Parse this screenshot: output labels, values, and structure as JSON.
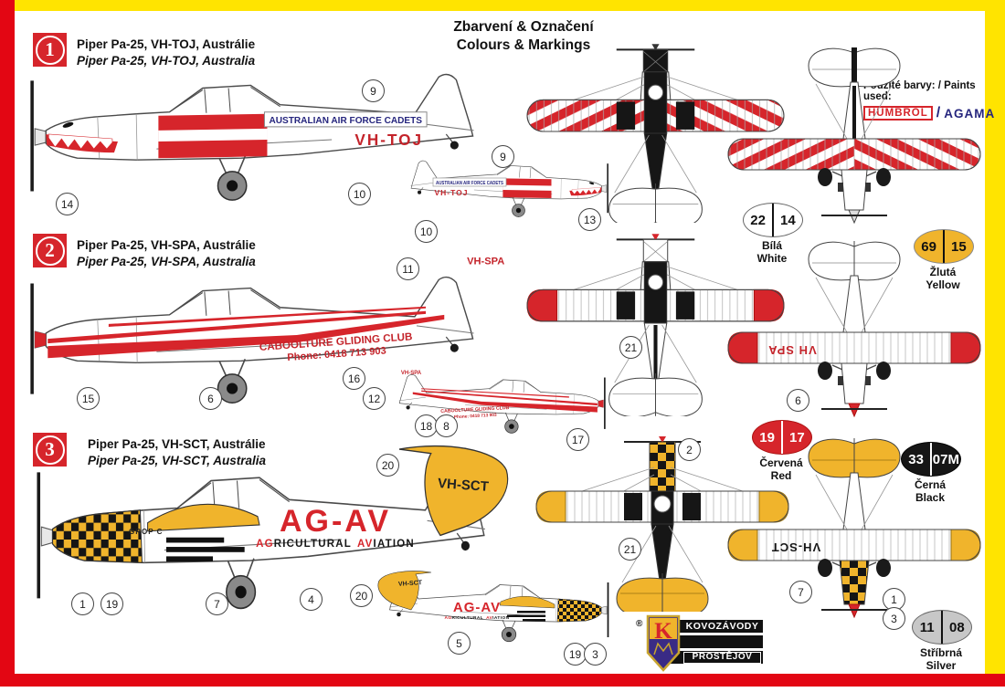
{
  "palette": {
    "red": "#D6252B",
    "yellow": "#F0B42C",
    "frame_red": "#E30613",
    "frame_yellow": "#FFE400",
    "navy": "#26267E",
    "black": "#161616",
    "silver": "#C7C7C7"
  },
  "header": {
    "title_cs": "Zbarvení & Označení",
    "title_en": "Colours & Markings"
  },
  "paints": {
    "label": "Použité barvy: / Paints used:",
    "brand1": "HUMBROL",
    "slash": "/",
    "brand2": "AGAMA"
  },
  "variants": [
    {
      "num": "1",
      "title_cs": "Piper Pa-25, VH-TOJ, Austrálie",
      "title_en": "Piper Pa-25, VH-TOJ, Australia",
      "banner": "AUSTRALIAN AIR FORCE CADETS",
      "reg": "VH-TOJ"
    },
    {
      "num": "2",
      "title_cs": "Piper Pa-25, VH-SPA, Austrálie",
      "title_en": "Piper Pa-25, VH-SPA, Australia",
      "club1": "CABOOLTURE GLIDING CLUB",
      "club2": "Phone: 0418 713 903",
      "reg": "VH-SPA",
      "wing_reg": "VH SPA"
    },
    {
      "num": "3",
      "title_cs": "Piper Pa-25, VH-SCT, Austrálie",
      "title_en": "Piper Pa-25, VH-SCT, Australia",
      "brand": "AG-AV",
      "slogan1": "AG",
      "slogan2": "RICULTURAL",
      "slogan3": "AV",
      "slogan4": "IATION",
      "side_text": "GROP C",
      "reg": "VH-SCT"
    }
  ],
  "swatches": [
    {
      "code1": "22",
      "code2": "14",
      "name_cs": "Bílá",
      "name_en": "White",
      "color": "#ffffff"
    },
    {
      "code1": "69",
      "code2": "15",
      "name_cs": "Žlutá",
      "name_en": "Yellow",
      "color": "#F0B42C"
    },
    {
      "code1": "19",
      "code2": "17",
      "name_cs": "Červená",
      "name_en": "Red",
      "color": "#D6252B"
    },
    {
      "code1": "33",
      "code2": "07M",
      "name_cs": "Černá",
      "name_en": "Black",
      "color": "#161616"
    },
    {
      "code1": "11",
      "code2": "08",
      "name_cs": "Stříbrná",
      "name_en": "Silver",
      "color": "#C7C7C7"
    }
  ],
  "callouts": [
    "9",
    "10",
    "14",
    "9",
    "10",
    "13",
    "11",
    "15",
    "6",
    "16",
    "12",
    "18",
    "8",
    "17",
    "21",
    "6",
    "20",
    "2",
    "21",
    "1",
    "19",
    "7",
    "4",
    "20",
    "5",
    "19",
    "3",
    "7",
    "1",
    "3"
  ],
  "logo": {
    "registered": "®",
    "initial": "K",
    "line1": "KOVOZÁVODY",
    "line2": "PROSTĚJOV"
  }
}
